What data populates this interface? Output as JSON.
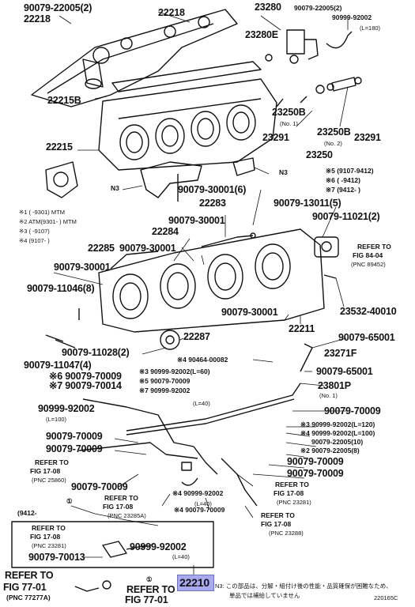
{
  "labels": {
    "l_90079_22005_2_a": "90079-22005(2)",
    "l_22218_a": "22218",
    "l_22218_b": "22218",
    "l_23280": "23280",
    "l_90079_22005_2_b": "90079-22005(2)",
    "l_90999_92002_top": "90999-92002",
    "l_l180": "(L=180)",
    "l_23280e": "23280E",
    "l_22215b": "22215B",
    "l_23250b": "23250B",
    "l_no1_a": "(No. 1)",
    "l_23291_a": "23291",
    "l_23250b_2": "23250B",
    "l_no2": "(No. 2)",
    "l_23291_b": "23291",
    "l_23250": "23250",
    "l_22215": "22215",
    "l_n3_a": "N3",
    "l_n3_b": "N3",
    "l_f5": "※5 (9107-9412)",
    "l_f6": "※6 (       -9412)",
    "l_f7": "※7 (9412-          )",
    "l_90079_30001_6": "90079-30001(6)",
    "l_22283": "22283",
    "l_90079_13011_5": "90079-13011(5)",
    "l_n1": "※1 (      -9301) MTM",
    "l_n2": "※2 ATM(9301-       ) MTM",
    "l_n3n": "※3 (      -9107)",
    "l_n4": "※4 (9107-       )",
    "l_90079_30001_a": "90079-30001",
    "l_90079_11021_2": "90079-11021(2)",
    "l_22284": "22284",
    "l_refer_84": "REFER TO",
    "l_fig_84": "FIG 84-04",
    "l_pnc_89452": "(PNC 89452)",
    "l_22285": "22285",
    "l_90079_30001_b": "90079-30001",
    "l_90079_30001_c": "90079-30001",
    "l_90079_11046_8": "90079-11046(8)",
    "l_23532_40010": "23532-40010",
    "l_90079_30001_d": "90079-30001",
    "l_22211": "22211",
    "l_90079_65001_a": "90079-65001",
    "l_22287": "22287",
    "l_23271f": "23271F",
    "l_90079_11028_2": "90079-11028(2)",
    "l_90464": "※4 90464-00082",
    "l_90079_11047_4": "90079-11047(4)",
    "l_90079_65001_b": "90079-65001",
    "l_s3_l60": "※3 90999-92002(L=60)",
    "l_s5_70009": "※5 90079-70009",
    "l_s7_92002": "※7 90999-92002",
    "l_x6_70009": "※6 90079-70009",
    "l_x7_70014": "※7 90079-70014",
    "l_23801p": "23801P",
    "l_no1_b": "(No. 1)",
    "l_l40_a": "(L=40)",
    "l_90999_92002_l100": "90999-92002",
    "l_l100": "(L=100)",
    "l_90079_70009_r1": "90079-70009",
    "l_r_l120": "※3 90999-92002(L=120)",
    "l_r_l100": "※4 90999-92002(L=100)",
    "l_r_22005_10": "90079-22005(10)",
    "l_r_22005_8": "※2 90079-22005(8)",
    "l_90079_70009_l1": "90079-70009",
    "l_90079_70009_l2": "90079-70009",
    "l_90079_70009_r2": "90079-70009",
    "l_90079_70009_r3": "90079-70009",
    "l_refer_25860": "REFER TO",
    "l_fig_25860": "FIG 17-08",
    "l_pnc_25860": "(PNC 25860)",
    "l_90079_70009_m": "90079-70009",
    "l_s4_92002": "※4 90999-92002",
    "l_l40_b": "(L=40)",
    "l_refer_23285": "REFER TO",
    "l_fig_23285": "FIG 17-08",
    "l_pnc_23285": "(PNC 23285A)",
    "l_s4_70009": "※4 90079-70009",
    "l_refer_23281": "REFER TO",
    "l_fig_23281": "FIG 17-08",
    "l_pnc_23281": "(PNC 23281)",
    "l_refer_23288": "REFER TO",
    "l_fig_23288": "FIG 17-08",
    "l_pnc_23288": "(PNC 23288)",
    "l_9412": "(9412-",
    "l_circle1_a": "①",
    "l_circle1_b": "①",
    "l_refer_box": "REFER TO",
    "l_fig_box": "FIG 17-08",
    "l_pnc_box": "(PNC 23281)",
    "l_90999_92002_box": "90999-92002",
    "l_l40_box": "(L=40)",
    "l_90079_70013": "90079-70013",
    "l_refer_77": "REFER TO",
    "l_fig_77a": "FIG 77-01",
    "l_pnc_77277": "(PNC 77277A)",
    "l_refer_77b": "REFER TO",
    "l_fig_77b": "FIG 77-01",
    "l_22210": "22210",
    "l_note1": "N3: この部品は、分解・組付け後の性能・品質確保が困難なため、",
    "l_note2": "単品では補給していません",
    "l_ref": "220165C"
  }
}
